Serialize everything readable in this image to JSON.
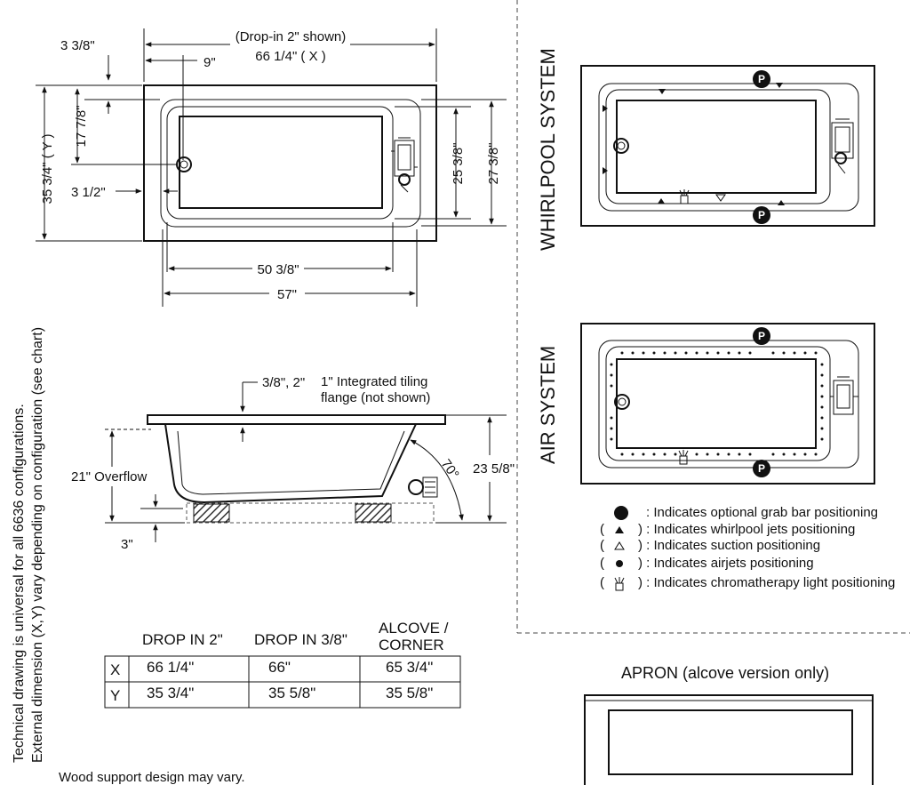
{
  "top_view": {
    "drop_in_label": "(Drop-in 2\" shown)",
    "x_length": "66 1/4\" ( X )",
    "d_3_3_8": "3 3/8\"",
    "d_9": "9\"",
    "d_17_7_8": "17 7/8\"",
    "y_width": "35 3/4\" ( Y )",
    "d_3_1_2": "3 1/2\"",
    "d_25_3_8": "25 3/8\"",
    "d_27_3_8": "27 3/8\"",
    "d_50_3_8": "50 3/8\"",
    "d_57": "57\""
  },
  "side_view": {
    "flange_dim": "3/8\", 2\"",
    "flange_note_1": "1\" Integrated tiling",
    "flange_note_2": "flange (not shown)",
    "overflow": "21\" Overflow",
    "height": "23 5/8\"",
    "angle": "70°",
    "base": "3\""
  },
  "side_note_1": "Technical drawing is universal for all 6636 configurations.",
  "side_note_2": "External dimension (X,Y) vary depending on configuration (see chart)",
  "table": {
    "headers": [
      "DROP IN 2\"",
      "DROP IN 3/8\"",
      "ALCOVE /",
      "CORNER"
    ],
    "rows": [
      {
        "label": "X",
        "values": [
          "66 1/4\"",
          "66\"",
          "65 3/4\""
        ]
      },
      {
        "label": "Y",
        "values": [
          "35 3/4\"",
          "35 5/8\"",
          "35 5/8\""
        ]
      }
    ]
  },
  "wood_note": "Wood support design may vary.",
  "whirlpool_title": "WHIRLPOOL SYSTEM",
  "air_title": "AIR SYSTEM",
  "p_marker": "P",
  "legend": [
    {
      "prefix": "",
      "text": ": Indicates optional grab bar positioning"
    },
    {
      "prefix": "(",
      "text": ") : Indicates whirlpool jets positioning"
    },
    {
      "prefix": "(",
      "text": ") : Indicates suction positioning"
    },
    {
      "prefix": "(",
      "text": ") : Indicates airjets positioning"
    },
    {
      "prefix": "(",
      "text": ") : Indicates chromatherapy light positioning"
    }
  ],
  "apron_title": "APRON (alcove version only)"
}
